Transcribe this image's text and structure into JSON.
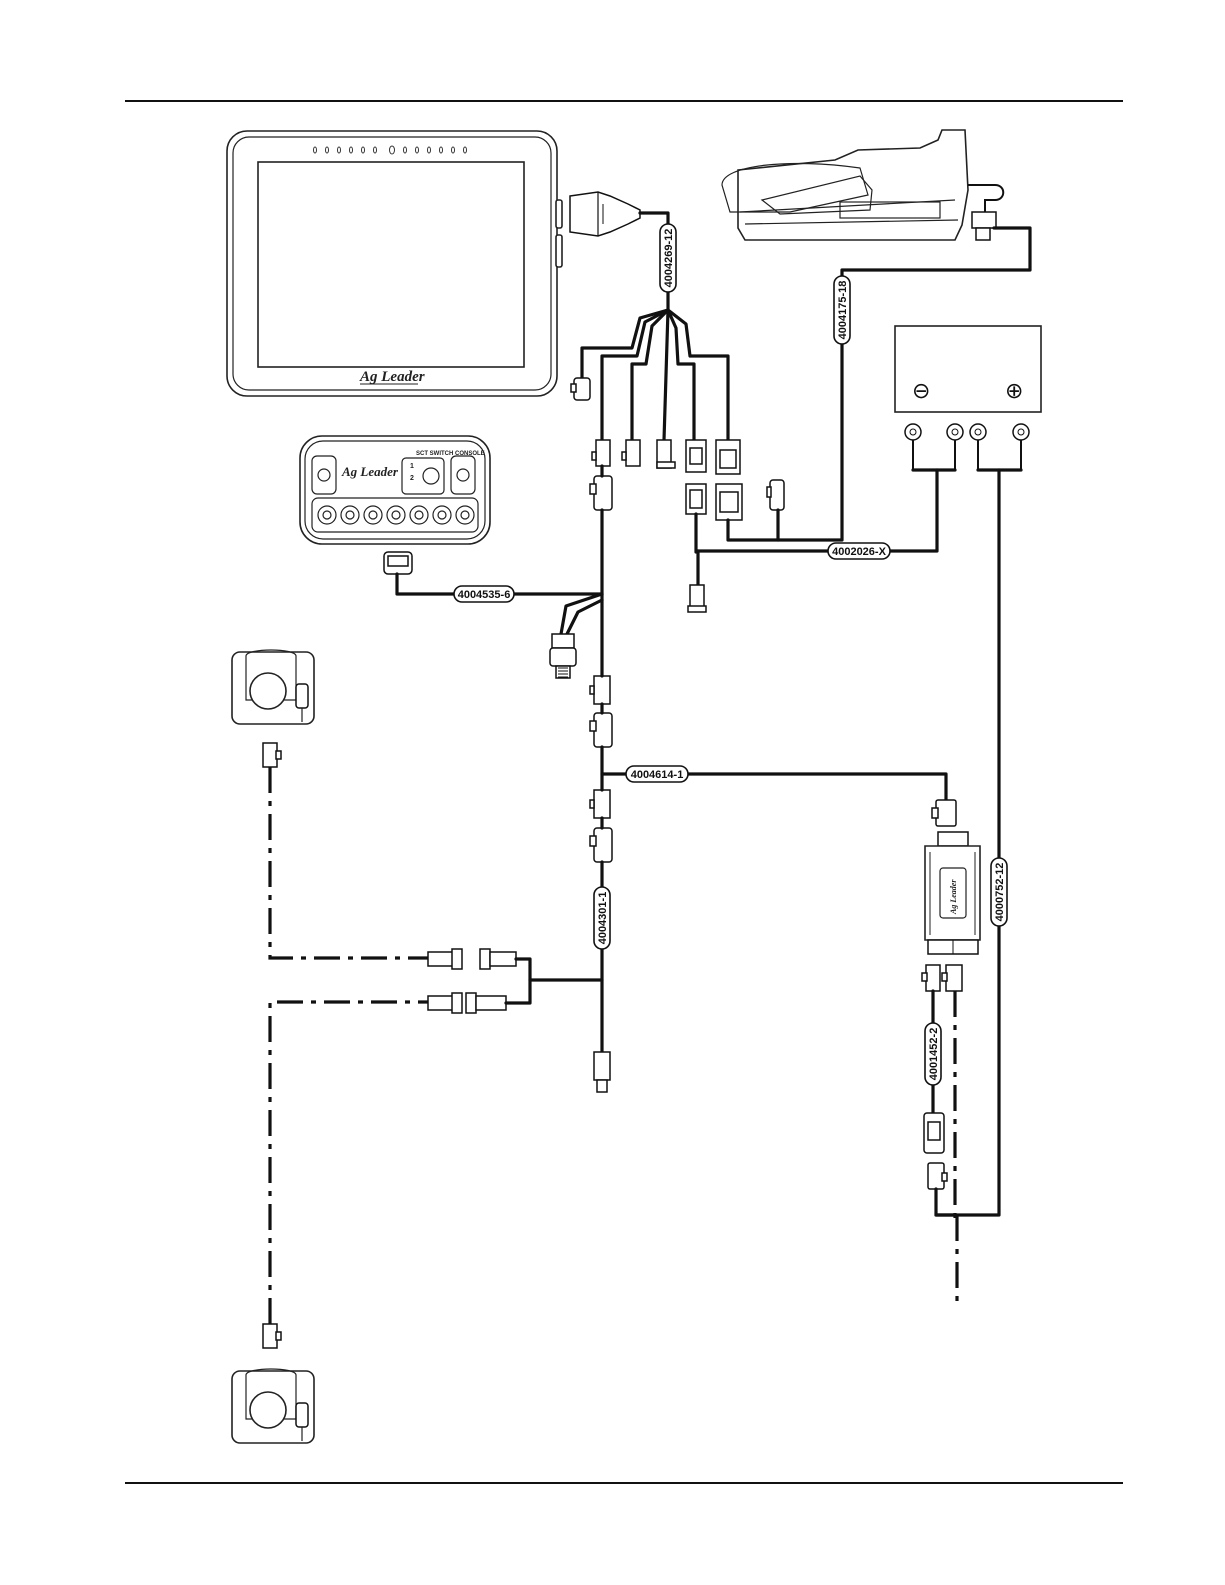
{
  "display": {
    "brand": "Ag Leader"
  },
  "switch_console": {
    "brand": "Ag Leader",
    "title": "SCT SWITCH CONSOLE",
    "sw1": "1",
    "sw2": "2"
  },
  "module": {
    "brand": "Ag Leader"
  },
  "battery": {
    "neg": "⊖",
    "pos": "⊕"
  },
  "cables": {
    "c1": "4004269-12",
    "c2": "4004175-18",
    "c3": "4002026-X",
    "c4": "4004535-6",
    "c5": "4004614-1",
    "c6": "4004301-1",
    "c7": "4000752-12",
    "c8": "4001452-2"
  }
}
